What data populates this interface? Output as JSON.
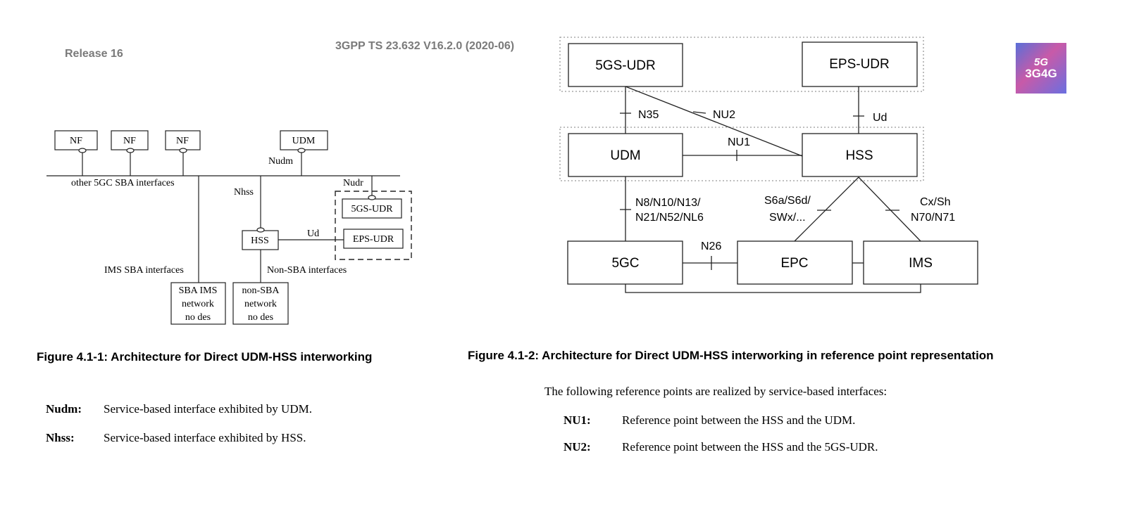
{
  "header": {
    "release": "Release 16",
    "spec": "3GPP TS 23.632 V16.2.0 (2020-06)"
  },
  "logo": {
    "top": "5G",
    "bottom": "3G4G"
  },
  "fig1": {
    "nf1": "NF",
    "nf2": "NF",
    "nf3": "NF",
    "udm": "UDM",
    "nudm": "Nudm",
    "other_sba": "other 5GC SBA interfaces",
    "nhss": "Nhss",
    "nudr": "Nudr",
    "udr5gs": "5GS-UDR",
    "hss": "HSS",
    "ud": "Ud",
    "eps_udr": "EPS-UDR",
    "ims_sba": "IMS SBA interfaces",
    "non_sba": "Non-SBA interfaces",
    "sba_ims_nodes": [
      "SBA IMS",
      "network",
      "no des"
    ],
    "non_sba_nodes": [
      "non-SBA",
      "network",
      "no des"
    ],
    "caption": "Figure 4.1-1: Architecture for Direct UDM-HSS interworking"
  },
  "fig2": {
    "udr5gs": "5GS-UDR",
    "eps_udr": "EPS-UDR",
    "udm": "UDM",
    "hss": "HSS",
    "c5gc": "5GC",
    "epc": "EPC",
    "ims": "IMS",
    "n35": "N35",
    "nu2": "NU2",
    "ud": "Ud",
    "nu1": "NU1",
    "n8_line1": "N8/N10/N13/",
    "n8_line2": "N21/N52/NL6",
    "s6a_line1": "S6a/S6d/",
    "s6a_line2": "SWx/...",
    "cx_line1": "Cx/Sh",
    "cx_line2": "N70/N71",
    "n26": "N26",
    "caption": "Figure 4.1-2: Architecture for Direct UDM-HSS interworking in reference point representation"
  },
  "defs_left": [
    {
      "term": "Nudm:",
      "desc": "Service-based interface exhibited by UDM."
    },
    {
      "term": "Nhss:",
      "desc": "Service-based interface exhibited by HSS."
    }
  ],
  "defs_right": {
    "intro": "The following reference points are realized by service-based interfaces:",
    "items": [
      {
        "term": "NU1:",
        "desc": "Reference point between the HSS and the UDM."
      },
      {
        "term": "NU2:",
        "desc": "Reference point between the HSS and the 5GS-UDR."
      }
    ]
  }
}
